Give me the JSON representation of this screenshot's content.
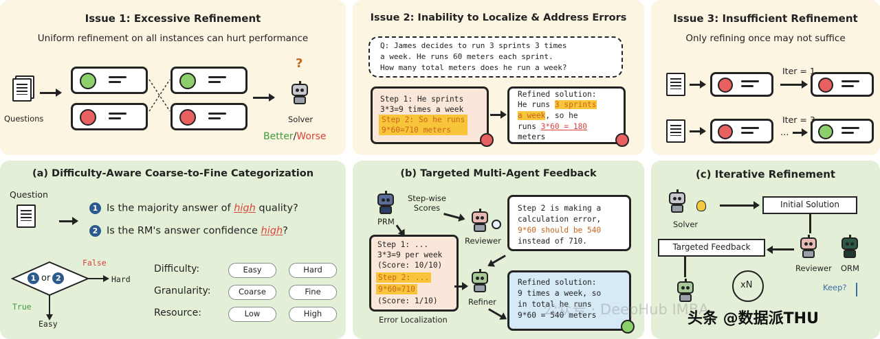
{
  "issue1": {
    "title": "Issue 1: Excessive Refinement",
    "subtitle": "Uniform refinement on all instances can hurt performance",
    "questions_label": "Questions",
    "solver_label": "Solver",
    "better": "Better",
    "slash": "/",
    "worse": "Worse"
  },
  "issue2": {
    "title": "Issue 2: Inability to Localize & Address Errors",
    "question": "Q: James decides to run 3 sprints 3 times\na week. He runs 60 meters each sprint.\nHow many total meters does he run a week?",
    "step1": "Step 1: He sprints\n3*3=9 times a week",
    "step2": "Step 2: So he runs\n9*60=710 meters",
    "refined_head": "Refined solution:",
    "refined_l1a": "He runs ",
    "refined_l1b": "3 sprints",
    "refined_l2a": "a week",
    "refined_l2b": ", so he",
    "refined_l3a": "runs ",
    "refined_l3b": "3*60 = 180",
    "refined_l4": "meters"
  },
  "issue3": {
    "title": "Issue 3: Insufficient Refinement",
    "subtitle": "Only refining once may not suffice",
    "iter1": "Iter = 1",
    "iter3": "Iter = 3",
    "ellipsis": "..."
  },
  "panel_a": {
    "title": "(a) Difficulty-Aware Coarse-to-Fine Categorization",
    "question_label": "Question",
    "q1_num": "1",
    "q1_pre": "Is the majority answer of ",
    "q1_hi": "high",
    "q1_post": " quality?",
    "q2_num": "2",
    "q2_pre": "Is the RM's answer confidence ",
    "q2_hi": "high",
    "q2_post": "?",
    "diamond_1": "1",
    "diamond_or": "or",
    "diamond_2": "2",
    "false_label": "False",
    "true_label": "True",
    "hard_label": "Hard",
    "easy_label": "Easy",
    "rows": [
      {
        "label": "Difficulty:",
        "a": "Easy",
        "b": "Hard"
      },
      {
        "label": "Granularity:",
        "a": "Coarse",
        "b": "Fine"
      },
      {
        "label": "Resource:",
        "a": "Low",
        "b": "High"
      }
    ]
  },
  "panel_b": {
    "title": "(b) Targeted Multi-Agent Feedback",
    "step_wise": "Step-wise\nScores",
    "prm": "PRM",
    "reviewer": "Reviewer",
    "refiner": "Refiner",
    "error_localization": "Error Localization",
    "feedback_l1": "Step 2 is making a",
    "feedback_l2": "calculation error,",
    "feedback_l3": "9*60 should be 540",
    "feedback_l4": "instead of 710.",
    "sol_l1": "Step 1: ...",
    "sol_l2": "3*3=9 per week",
    "sol_l3": "(Score: 10/10)",
    "sol_l4": "Step 2: ...",
    "sol_l5": "9*60=710",
    "sol_l6": "(Score: 1/10)",
    "ref_l1": "Refined solution:",
    "ref_l2": "9 times a week, so",
    "ref_l3": "in total he runs",
    "ref_l4": "9*60 = 540 meters"
  },
  "panel_c": {
    "title": "(c) Iterative Refinement",
    "solver": "Solver",
    "initial_solution": "Initial Solution",
    "targeted_feedback": "Targeted Feedback",
    "reviewer": "Reviewer",
    "orm": "ORM",
    "xn": "xN",
    "keep": "Keep?"
  },
  "watermark": {
    "left": "公众号 · DeepHub IMBA",
    "right": "头条 @数据派THU"
  }
}
